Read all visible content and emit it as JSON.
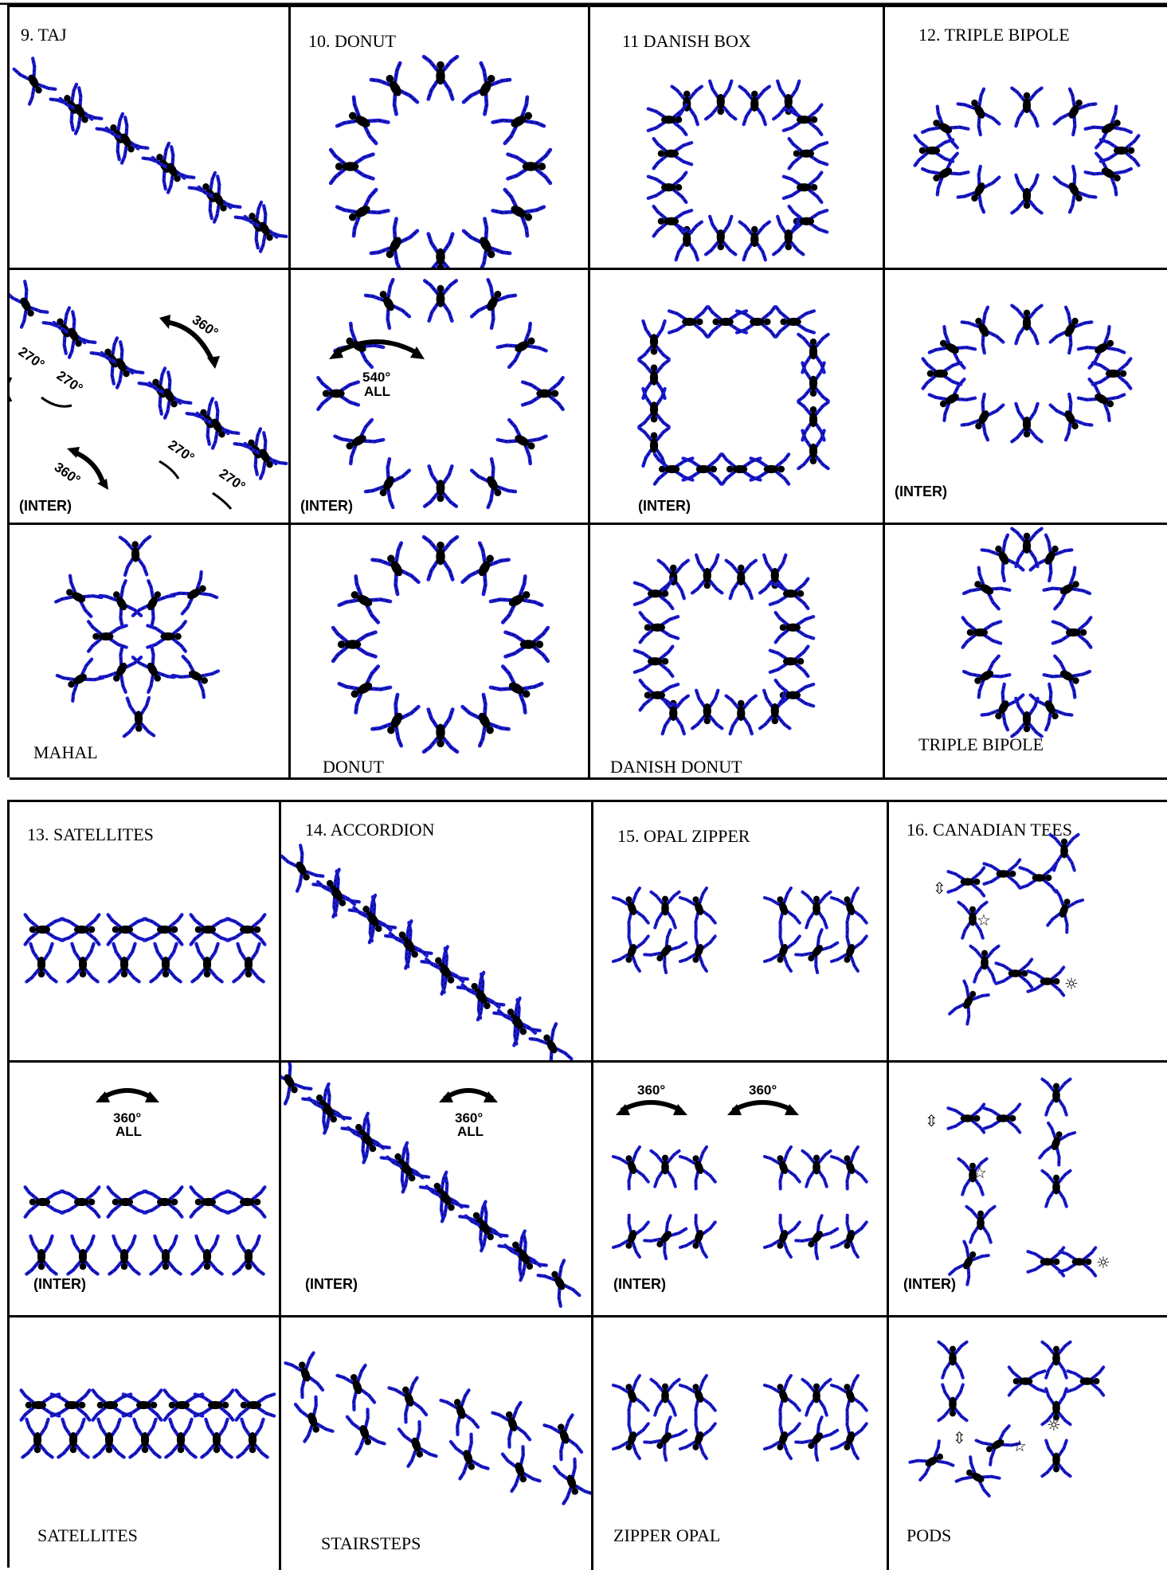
{
  "top_block": {
    "columns": [
      {
        "title": "9. TAJ",
        "inter": "(INTER)",
        "bottom": "MAHAL"
      },
      {
        "title": "10. DONUT",
        "inter": "(INTER)",
        "bottom": "DONUT"
      },
      {
        "title": "11 DANISH BOX",
        "inter": "(INTER)",
        "bottom": "DANISH DONUT"
      },
      {
        "title": "12. TRIPLE BIPOLE",
        "inter": "(INTER)",
        "bottom": "TRIPLE BIPOLE"
      }
    ],
    "rotations": {
      "taj": [
        "360°",
        "270°",
        "270°",
        "360°",
        "270°",
        "270°"
      ],
      "donut": [
        "540°",
        "ALL"
      ]
    }
  },
  "bottom_block": {
    "columns": [
      {
        "title": "13. SATELLITES",
        "inter": "(INTER)",
        "bottom": "SATELLITES"
      },
      {
        "title": "14. ACCORDION",
        "inter": "(INTER)",
        "bottom": "STAIRSTEPS"
      },
      {
        "title": "15. OPAL ZIPPER",
        "inter": "(INTER)",
        "bottom": "ZIPPER OPAL"
      },
      {
        "title": "16. CANADIAN TEES",
        "inter": "(INTER)",
        "bottom": "PODS"
      }
    ],
    "rotations": {
      "satellites": [
        "360°",
        "ALL"
      ],
      "accordion": [
        "360°",
        "ALL"
      ],
      "opal": [
        "360°",
        "360°"
      ]
    }
  },
  "colors": {
    "limb": "#1a1ad6",
    "body": "#000000",
    "line": "#000000"
  }
}
